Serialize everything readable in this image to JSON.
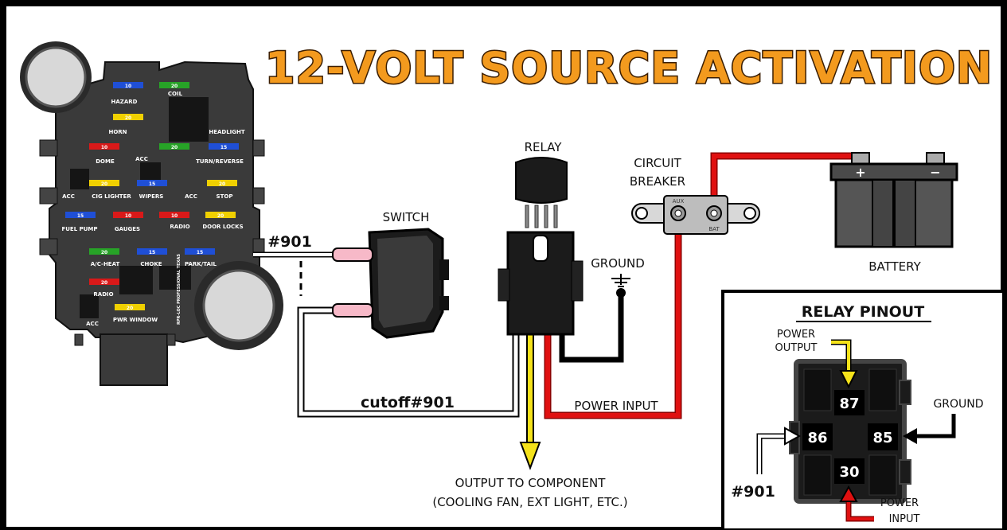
{
  "title": "12-VOLT SOURCE ACTIVATION",
  "labels": {
    "switch": "SWITCH",
    "relay": "RELAY",
    "circuit_breaker_1": "CIRCUIT",
    "circuit_breaker_2": "BREAKER",
    "aux": "AUX",
    "bat": "BAT",
    "battery": "BATTERY",
    "ground": "GROUND",
    "wire_901": "#901",
    "cutoff_901": "cutoff#901",
    "power_input": "POWER INPUT",
    "output_1": "OUTPUT TO COMPONENT",
    "output_2": "(COOLING FAN, EXT LIGHT, ETC.)",
    "battery_plus": "+",
    "battery_minus": "−"
  },
  "pinout": {
    "title": "RELAY PINOUT",
    "power_output_1": "POWER",
    "power_output_2": "OUTPUT",
    "ground": "GROUND",
    "wire_901": "#901",
    "power_input_1": "POWER",
    "power_input_2": "INPUT",
    "pins": [
      "87",
      "86",
      "85",
      "30"
    ]
  },
  "fuse_panel": {
    "labels": [
      "HAZARD",
      "COIL",
      "HORN",
      "HEADLIGHT",
      "DOME",
      "ACC",
      "TURN/REVERSE",
      "ACC",
      "CIG LIGHTER",
      "WIPERS",
      "ACC",
      "STOP",
      "FUEL PUMP",
      "GAUGES",
      "RADIO",
      "DOOR LOCKS",
      "A/C-HEAT",
      "CHOKE",
      "PARK/TAIL",
      "RADIO",
      "ACC",
      "PWR WINDOW"
    ],
    "fuse_amps": [
      "10",
      "20",
      "20",
      "10",
      "20",
      "15",
      "20",
      "15",
      "20",
      "15",
      "10",
      "10",
      "20",
      "20",
      "15",
      "15",
      "20",
      "20"
    ],
    "side_text": "RPR-LOC PROFESSIONAL TEXAS"
  },
  "colors": {
    "title_fill": "#f39a1e",
    "wire_red": "#e01010",
    "wire_yellow": "#f4e21a",
    "wire_black": "#111111",
    "wire_white": "#ffffff",
    "fuse_blue": "#1f4fd6",
    "fuse_green": "#27a327",
    "fuse_yellow": "#f0d000",
    "fuse_red": "#d91919",
    "panel_dark": "#3a3a3a"
  }
}
